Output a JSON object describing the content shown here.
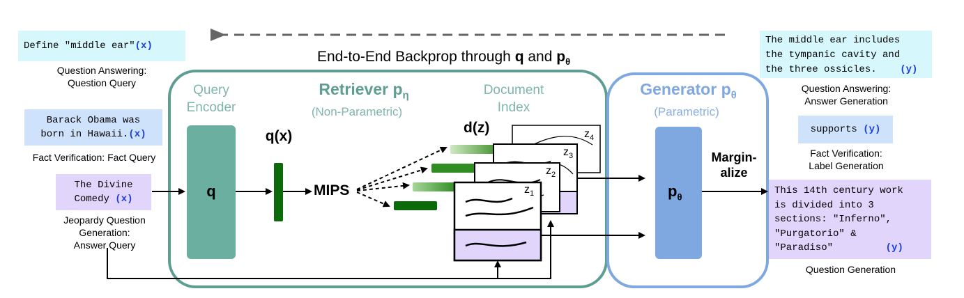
{
  "backprop": {
    "label_pre": "End-to-End Backprop through ",
    "q": "q",
    "and": " and ",
    "p": "p",
    "p_sub": "θ"
  },
  "inputs": [
    {
      "text": "Define \"middle ear\"",
      "tag": "(x)",
      "caption": [
        "Question Answering:",
        "Question Query"
      ]
    },
    {
      "text_lines": [
        "Barack Obama was",
        "born in Hawaii."
      ],
      "tag": "(x)",
      "caption": [
        "Fact Verification: Fact Query"
      ]
    },
    {
      "text_lines": [
        "The Divine",
        "Comedy"
      ],
      "tag": "(x)",
      "caption": [
        "Jeopardy Question",
        "Generation:",
        "Answer Query"
      ]
    }
  ],
  "retriever": {
    "title": "Retriever p",
    "title_sub": "η",
    "subtitle": "(Non-Parametric)",
    "query_encoder": [
      "Query",
      "Encoder"
    ],
    "q_label": "q",
    "qx_label": "q(x)",
    "mips_label": "MIPS",
    "doc_index": [
      "Document",
      "Index"
    ],
    "dz_label": "d(z)",
    "z_labels": [
      {
        "z": "z",
        "n": "1"
      },
      {
        "z": "z",
        "n": "2"
      },
      {
        "z": "z",
        "n": "3"
      },
      {
        "z": "z",
        "n": "4"
      }
    ]
  },
  "generator": {
    "title": "Generator p",
    "title_sub": "θ",
    "subtitle": "(Parametric)",
    "p_label": "p",
    "p_sub": "θ",
    "marginalize": [
      "Margin-",
      "alize"
    ]
  },
  "outputs": [
    {
      "text_lines": [
        "The middle ear includes",
        "the tympanic cavity and",
        "the three ossicles."
      ],
      "tag": "(y)",
      "caption": [
        "Question Answering:",
        "Answer Generation"
      ]
    },
    {
      "text": "supports",
      "tag": "(y)",
      "caption": [
        "Fact Verification:",
        "Label Generation"
      ]
    },
    {
      "text_lines": [
        "This 14th century work",
        "is divided into 3",
        "sections: \"Inferno\",",
        "\"Purgatorio\" &",
        "\"Paradiso\""
      ],
      "tag": "(y)",
      "caption": [
        "Question Generation"
      ]
    }
  ],
  "colors": {
    "teal": "#5e9e92",
    "teal_fill": "#6aaf9f",
    "blue": "#7fa7e0",
    "green_dark": "#0b6b0b",
    "green_mid": "#2f8d22",
    "lavender": "#e2d5fb",
    "cyan": "#d6f7fb",
    "light_blue": "#cfe2fb"
  }
}
